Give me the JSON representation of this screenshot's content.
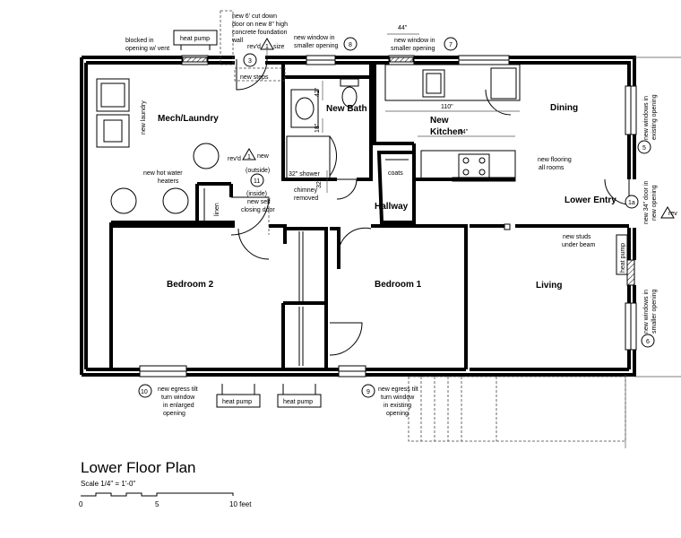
{
  "plan": {
    "title": "Lower Floor Plan",
    "scale_label": "Scale 1/4\" = 1'-0\"",
    "scale_ticks": [
      "0",
      "5",
      "10 feet"
    ]
  },
  "rooms": {
    "mech": "Mech/Laundry",
    "bath": "New Bath",
    "kitchen_1": "New",
    "kitchen_2": "Kitchen",
    "dining": "Dining",
    "lower_entry": "Lower Entry",
    "hallway": "Hallway",
    "bedroom2": "Bedroom 2",
    "bedroom1": "Bedroom 1",
    "living": "Living",
    "linen": "linen",
    "coats": "coats"
  },
  "notes": {
    "cut_door": [
      "new 6' cut down",
      "door on new 8\" high",
      "concrete foundation",
      "wall"
    ],
    "revd_size": "rev'd",
    "size": "size",
    "new_steps": "new steps",
    "blocked": [
      "blocked in",
      "opening w/ vent"
    ],
    "heat_pump": "heat pump",
    "new_window_small": [
      "new window in",
      "smaller opening"
    ],
    "new_window_7": [
      "new window in",
      "smaller opening"
    ],
    "dim_44": "44\"",
    "dim_110": "110\"",
    "dim_74": "74\"",
    "dim_42": "42\"",
    "dim_18": "18\"",
    "dim_32": "32\"",
    "shower": "32\" shower",
    "new_laundry": "new laundry",
    "hot_water": [
      "new hot water",
      "heaters"
    ],
    "revd_new": "rev'd",
    "new": "new",
    "outside": "(outside)",
    "inside": [
      "(inside)",
      "new self",
      "closing door"
    ],
    "chimney": [
      "chimney",
      "removed"
    ],
    "flooring": [
      "new flooring",
      "all rooms"
    ],
    "studs": [
      "new studs",
      "under beam"
    ],
    "windows_existing": [
      "new windows in",
      "existing opening"
    ],
    "door_34": [
      "new 34\" door in",
      "new opening"
    ],
    "rev": "rev",
    "windows_smaller": [
      "new windows in",
      "smaller opening"
    ],
    "egress_10": [
      "new egress tilt",
      "turn window",
      "in enlarged",
      "opening"
    ],
    "egress_9": [
      "new egress tilt",
      "turn window",
      "in existing",
      "opening"
    ]
  },
  "tags": {
    "t3": "3",
    "t8": "8",
    "t7": "7",
    "t5": "5",
    "t1a": "1a",
    "t6": "6",
    "t11": "11",
    "t10": "10",
    "t9": "9",
    "t1": "1",
    "t1b": "1"
  }
}
